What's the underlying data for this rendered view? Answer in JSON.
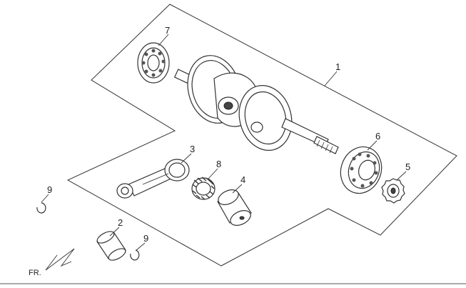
{
  "callouts": {
    "c1": "1",
    "c2": "2",
    "c3": "3",
    "c4": "4",
    "c5": "5",
    "c6": "6",
    "c7": "7",
    "c8": "8",
    "c9a": "9",
    "c9b": "9"
  },
  "direction_label": "FR."
}
